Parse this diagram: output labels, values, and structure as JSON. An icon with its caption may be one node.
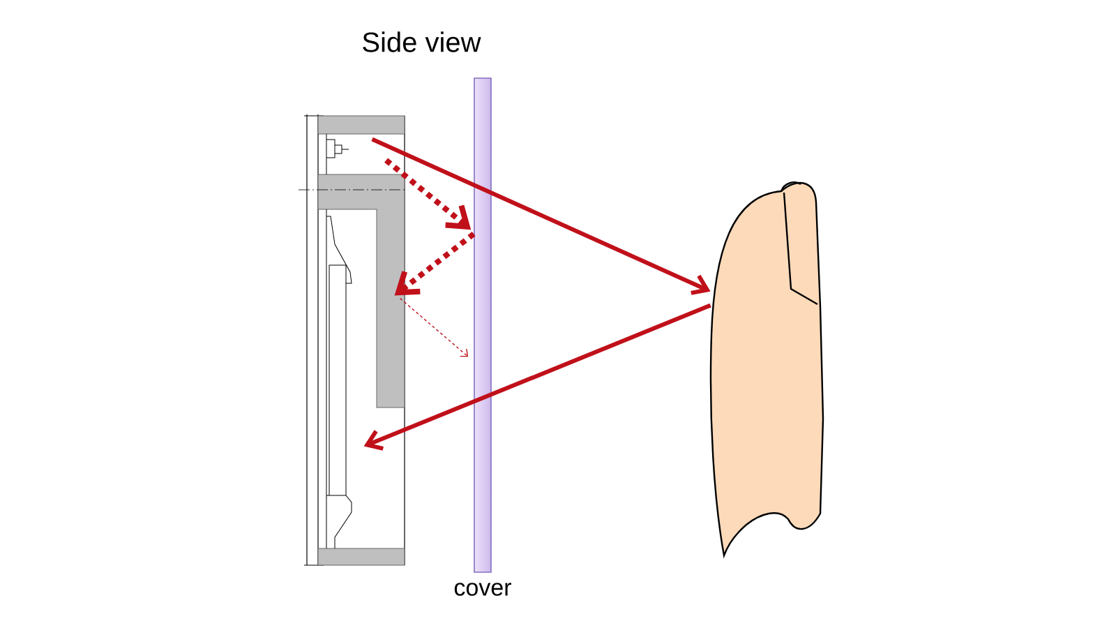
{
  "diagram": {
    "title": "Side view",
    "nodes": [
      {
        "text": [],
        "shape": "picture"
      },
      {
        "text": [
          "cover"
        ]
      },
      {
        "text": [],
        "shape": "picture"
      }
    ],
    "edges": [
      {
        "from": 0,
        "to": 2,
        "arrow": "to"
      },
      {
        "from": 2,
        "to": 0,
        "arrow": "to"
      },
      {
        "from": 0,
        "to": 1,
        "arrow": "to",
        "style": "dashed"
      },
      {
        "from": 1,
        "to": 0,
        "arrow": "to",
        "style": "dashed"
      },
      {
        "from": 0,
        "to": 1,
        "arrow": "to",
        "style": "dashed"
      }
    ]
  }
}
